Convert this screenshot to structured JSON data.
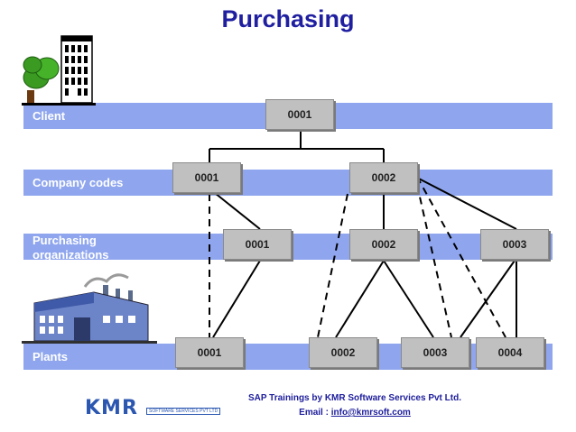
{
  "title": "Purchasing",
  "levels": {
    "client": "Client",
    "company_codes": "Company codes",
    "purchasing_orgs": "Purchasing organizations",
    "plants": "Plants"
  },
  "nodes": {
    "client_0001": "0001",
    "company_0001": "0001",
    "company_0002": "0002",
    "porg_0001": "0001",
    "porg_0002": "0002",
    "porg_0003": "0003",
    "plant_0001": "0001",
    "plant_0002": "0002",
    "plant_0003": "0003",
    "plant_0004": "0004"
  },
  "footer": {
    "line1": "SAP Trainings by KMR Software Services Pvt Ltd.",
    "email_label": "Email : ",
    "email": "info@kmrsoft.com"
  },
  "logo": {
    "mark": "KMR",
    "subtitle": "SOFTWARE SERVICES PVT LTD"
  },
  "colors": {
    "band": "#8fa6ee",
    "node": "#c0c0c0",
    "title": "#1f1fa0"
  }
}
